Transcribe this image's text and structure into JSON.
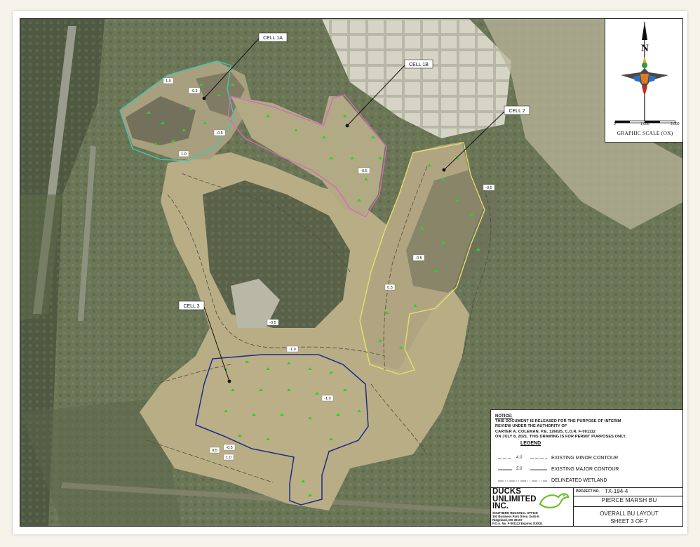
{
  "map": {
    "cell_labels": [
      "CELL 1A",
      "CELL 1B",
      "CELL 2",
      "CELL 3"
    ],
    "contour_labels": [
      "1.0",
      "-0.5",
      "-0.5",
      "1.0",
      "-0.5",
      "0.5",
      "-0.5",
      "-0.5",
      "-0.5",
      "-1.0",
      "-1.0",
      "-0.5",
      "1.0",
      "0.5"
    ],
    "boundary_colors": {
      "cell_1a": "#3ec9b0",
      "cell_1b": "#d66ab8",
      "cell_2": "#e6dd6c",
      "cell_3": "#1d2b8c"
    },
    "marker_color": "#33cc33"
  },
  "north_arrow": {
    "letter": "N",
    "icon": "north-arrow-duck-icon"
  },
  "graphic_scale": {
    "title": "GRAPHIC SCALE (OX)",
    "tick_labels": [
      "0",
      "1,000",
      "2,000"
    ]
  },
  "notice": {
    "title": "NOTICE:",
    "lines": [
      "THIS DOCUMENT IS RELEASED FOR THE PURPOSE OF INTERIM",
      "REVIEW UNDER THE AUTHORITY OF",
      "CARTER A. COLEMAN, P.E. 126025, C.O.R. F-001112",
      "ON JULY 8, 2021. THIS DRAWING IS FOR PERMIT PURPOSES ONLY."
    ]
  },
  "legend": {
    "title": "LEGEND",
    "items": [
      {
        "sample": "4.0",
        "label": "EXISTING MINOR CONTOUR"
      },
      {
        "sample": "5.0",
        "label": "EXISTING MAJOR CONTOUR"
      },
      {
        "sample": "",
        "label": "DELINEATED WETLAND"
      }
    ]
  },
  "title_block": {
    "company_lines": [
      "DUCKS",
      "UNLIMITED",
      "INC."
    ],
    "office_lines": [
      "SOUTHERN REGIONAL OFFICE",
      "193 Business Park Drive, Suite E",
      "Ridgeland, MS  39157",
      "P.O.A. No. F-001112 Expires 3/30/21"
    ],
    "project_no_label": "PROJECT NO.",
    "project_no": "TX-194-4",
    "project_name": "PIERCE MARSH BU",
    "sheet_title": "OVERALL BU LAYOUT",
    "sheet_number": "SHEET  3 OF 7"
  }
}
